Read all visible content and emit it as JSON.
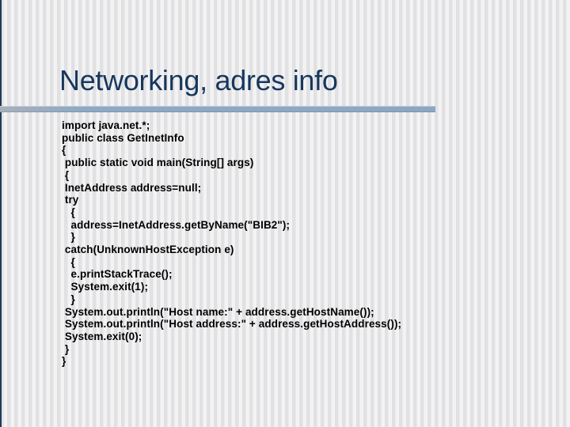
{
  "slide": {
    "title": "Networking, adres info",
    "code_lines": [
      "import java.net.*;",
      "public class GetInetInfo",
      "{",
      " public static void main(String[] args)",
      " {",
      " InetAddress address=null;",
      " try",
      "   {",
      "   address=InetAddress.getByName(\"BIB2\");",
      "   }",
      " catch(UnknownHostException e)",
      "   {",
      "   e.printStackTrace();",
      "   System.exit(1);",
      "   }",
      " System.out.println(\"Host name:\" + address.getHostName());",
      " System.out.println(\"Host address:\" + address.getHostAddress());",
      " System.exit(0);",
      " }",
      "}"
    ]
  },
  "colors": {
    "title_text": "#17375e",
    "divider_blue": "#8da7c3",
    "divider_gray_left": "#a7b1bd",
    "stripe_dark": "#e1e1e3",
    "stripe_light": "#f3f3f4",
    "left_edge_line": "#223c58",
    "code_text": "#000000"
  }
}
